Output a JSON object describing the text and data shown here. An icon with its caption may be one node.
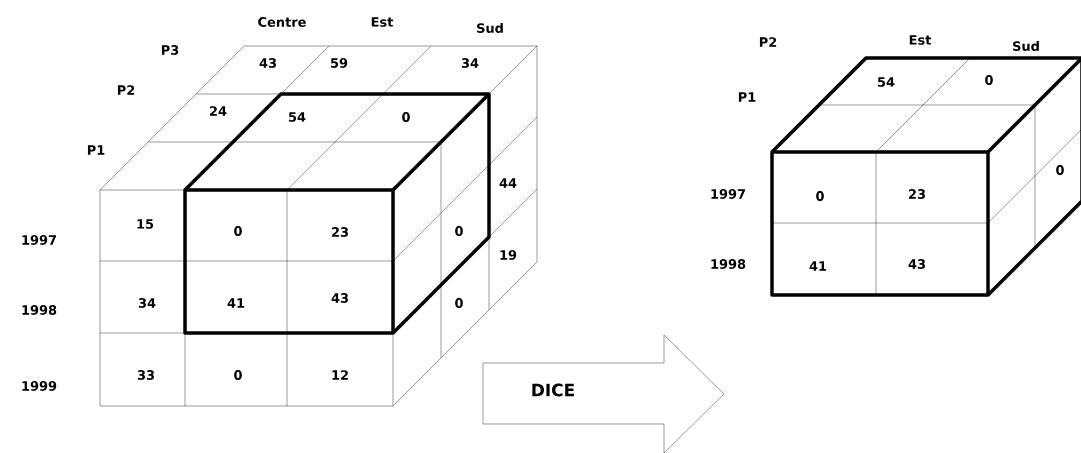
{
  "diagram": {
    "nodes": [
      {
        "text": [
          "DICE"
        ]
      }
    ],
    "labels": [
      "Centre",
      "Est",
      "Sud",
      "P3",
      "43",
      "59",
      "34",
      "P2",
      "24",
      "54",
      "0",
      "P1",
      "44",
      "1997",
      "15",
      "0",
      "23",
      "0",
      "19",
      "1998",
      "34",
      "41",
      "43",
      "0",
      "1999",
      "33",
      "0",
      "12",
      "P2",
      "Est",
      "Sud",
      "54",
      "0",
      "P1",
      "0",
      "1997",
      "0",
      "23",
      "1998",
      "41",
      "43"
    ]
  }
}
